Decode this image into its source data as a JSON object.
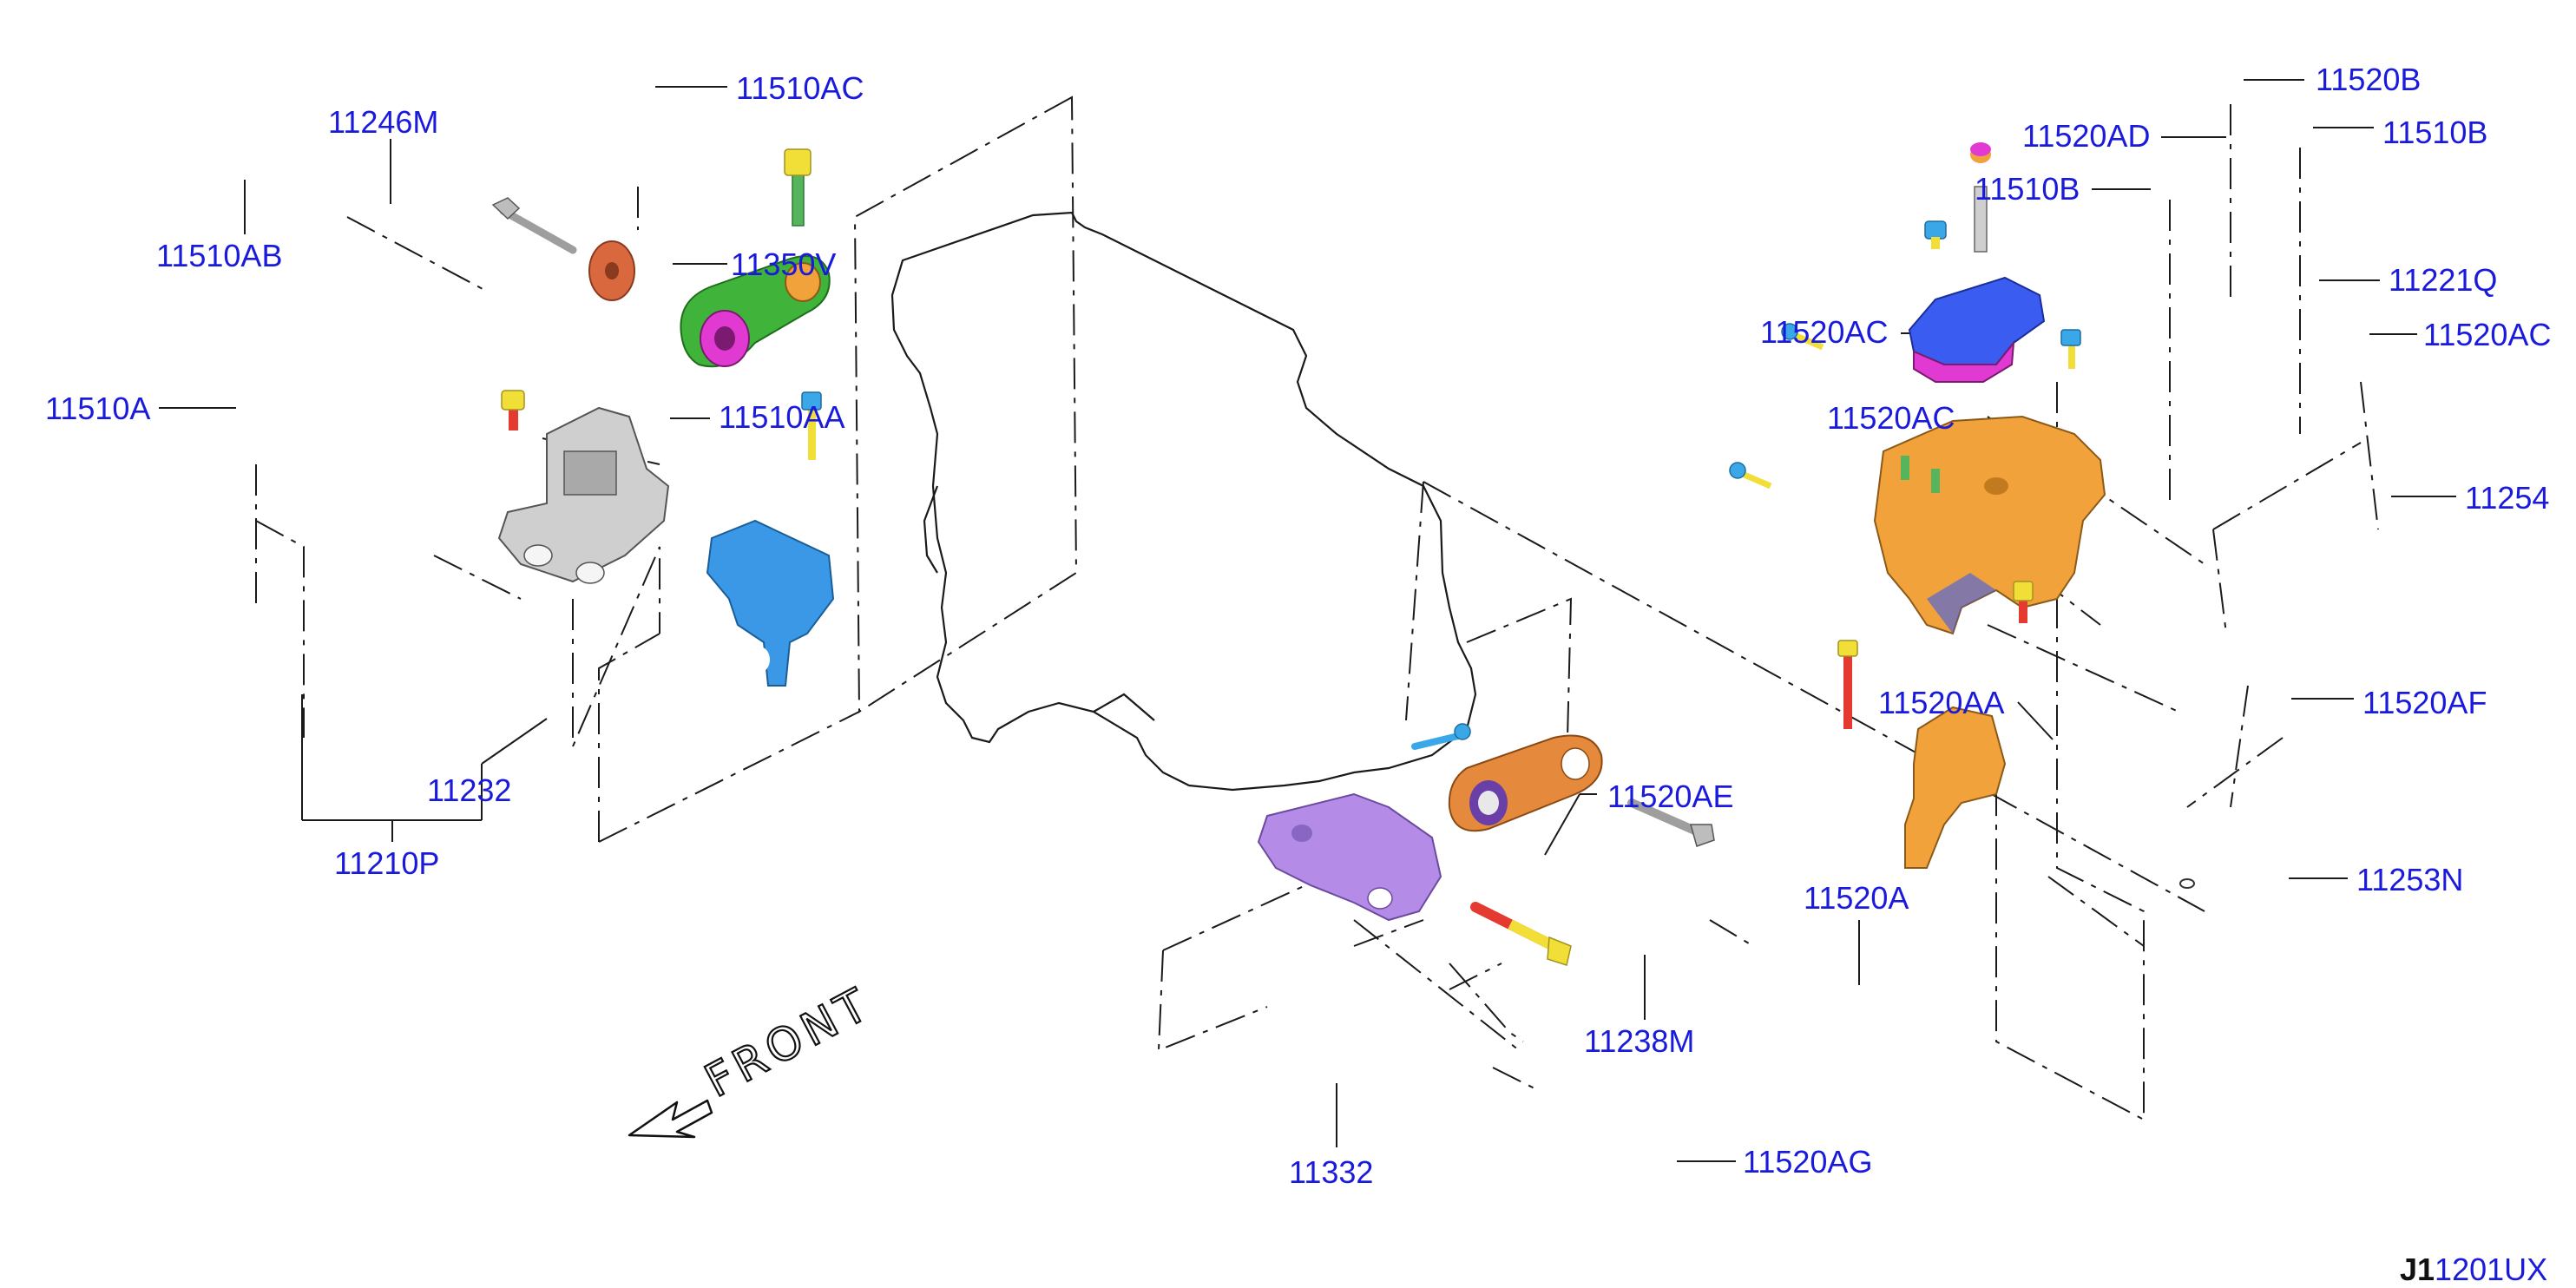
{
  "diagram": {
    "front_label": "FRONT",
    "reference_code": {
      "prefix": "J1",
      "suffix": "1201UX"
    },
    "colors": {
      "label_text": "#1a1adc",
      "line": "#1a1a1a",
      "green_link": "#3fb33a",
      "magenta_bushing": "#e13ad2",
      "orange_bracket": "#f2a23a",
      "blue_bracket": "#3a98e6",
      "blue_mount": "#3b5cf0",
      "purple_bracket": "#b48be6",
      "copper_link": "#e58a3c",
      "silver_mount": "#cfcfcf",
      "washer_red": "#d9683e",
      "bolt_yellow": "#f1df37",
      "bolt_red": "#e43a2f",
      "bolt_green": "#56b55c",
      "bolt_blue": "#3aa8e8"
    },
    "parts": [
      {
        "id": "11510AC",
        "label": "11510AC"
      },
      {
        "id": "11246M",
        "label": "11246M"
      },
      {
        "id": "11510AB",
        "label": "11510AB"
      },
      {
        "id": "11350V",
        "label": "11350V"
      },
      {
        "id": "11510A",
        "label": "11510A"
      },
      {
        "id": "11510AA",
        "label": "11510AA"
      },
      {
        "id": "11232",
        "label": "11232"
      },
      {
        "id": "11210P",
        "label": "11210P"
      },
      {
        "id": "11520B",
        "label": "11520B"
      },
      {
        "id": "11520AD",
        "label": "11520AD"
      },
      {
        "id": "11510B_r",
        "label": "11510B"
      },
      {
        "id": "11510B_c",
        "label": "11510B"
      },
      {
        "id": "11221Q",
        "label": "11221Q"
      },
      {
        "id": "11520AC_t",
        "label": "11520AC"
      },
      {
        "id": "11520AC_r",
        "label": "11520AC"
      },
      {
        "id": "11520AC_m",
        "label": "11520AC"
      },
      {
        "id": "11254",
        "label": "11254"
      },
      {
        "id": "11520AA",
        "label": "11520AA"
      },
      {
        "id": "11520AF",
        "label": "11520AF"
      },
      {
        "id": "11520AE",
        "label": "11520AE"
      },
      {
        "id": "11520A",
        "label": "11520A"
      },
      {
        "id": "11253N",
        "label": "11253N"
      },
      {
        "id": "11238M",
        "label": "11238M"
      },
      {
        "id": "11332",
        "label": "11332"
      },
      {
        "id": "11520AG",
        "label": "11520AG"
      }
    ]
  }
}
